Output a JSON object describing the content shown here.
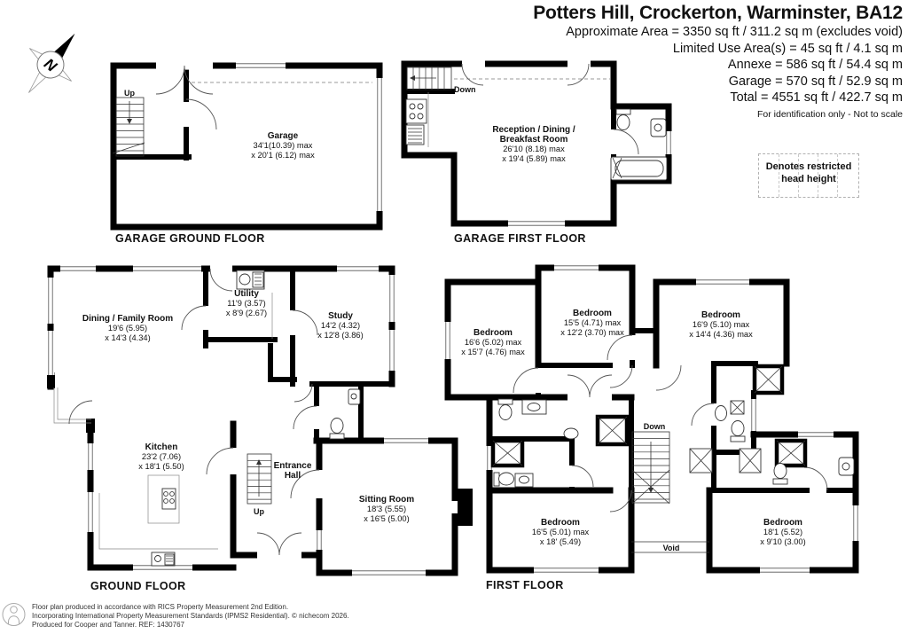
{
  "header": {
    "title": "Potters Hill, Crockerton, Warminster, BA12",
    "area_lines": [
      "Approximate Area = 3350 sq ft / 311.2 sq m (excludes void)",
      "Limited Use Area(s) = 45 sq ft / 4.1 sq m",
      "Annexe = 586 sq ft / 54.4 sq m",
      "Garage = 570 sq ft / 52.9 sq m",
      "Total = 4551 sq ft / 422.7 sq m"
    ],
    "note": "For identification only - Not to scale"
  },
  "legend": {
    "line1": "Denotes restricted",
    "line2": "head height"
  },
  "compass": {
    "north": "N"
  },
  "floors": {
    "garage_ground": {
      "label": "GARAGE GROUND FLOOR",
      "stair_label": "Up",
      "garage": {
        "name": "Garage",
        "dim1": "34'1(10.39) max",
        "dim2": "x 20'1 (6.12) max"
      }
    },
    "garage_first": {
      "label": "GARAGE FIRST FLOOR",
      "stair_label": "Down",
      "reception": {
        "name1": "Reception / Dining /",
        "name2": "Breakfast Room",
        "dim1": "26'10 (8.18) max",
        "dim2": "x 19'4 (5.89) max"
      }
    },
    "ground": {
      "label": "GROUND FLOOR",
      "stair_label": "Up",
      "dining": {
        "name": "Dining / Family Room",
        "dim1": "19'6 (5.95)",
        "dim2": "x 14'3 (4.34)"
      },
      "utility": {
        "name": "Utility",
        "dim1": "11'9 (3.57)",
        "dim2": "x 8'9 (2.67)"
      },
      "study": {
        "name": "Study",
        "dim1": "14'2 (4.32)",
        "dim2": "x 12'8 (3.86)"
      },
      "kitchen": {
        "name": "Kitchen",
        "dim1": "23'2 (7.06)",
        "dim2": "x 18'1 (5.50)"
      },
      "entrance_hall": {
        "name1": "Entrance",
        "name2": "Hall"
      },
      "sitting": {
        "name": "Sitting Room",
        "dim1": "18'3 (5.55)",
        "dim2": "x 16'5 (5.00)"
      }
    },
    "first": {
      "label": "FIRST FLOOR",
      "stair_label": "Down",
      "void_label": "Void",
      "bedroom_left": {
        "name": "Bedroom",
        "dim1": "16'6 (5.02) max",
        "dim2": "x 15'7 (4.76) max"
      },
      "bedroom_mid": {
        "name": "Bedroom",
        "dim1": "15'5 (4.71) max",
        "dim2": "x 12'2 (3.70) max"
      },
      "bedroom_right": {
        "name": "Bedroom",
        "dim1": "16'9 (5.10) max",
        "dim2": "x 14'4 (4.36) max"
      },
      "bedroom_bottom_left": {
        "name": "Bedroom",
        "dim1": "16'5 (5.01) max",
        "dim2": "x 18' (5.49)"
      },
      "bedroom_bottom_right": {
        "name": "Bedroom",
        "dim1": "18'1 (5.52)",
        "dim2": "x 9'10 (3.00)"
      }
    }
  },
  "footer": {
    "line1": "Floor plan produced in accordance with RICS Property Measurement 2nd Edition.",
    "line2": "Incorporating International Property Measurement Standards (IPMS2 Residential).  © nichecom 2026.",
    "line3": "Produced for Cooper and Tanner.   REF: 1430767"
  }
}
